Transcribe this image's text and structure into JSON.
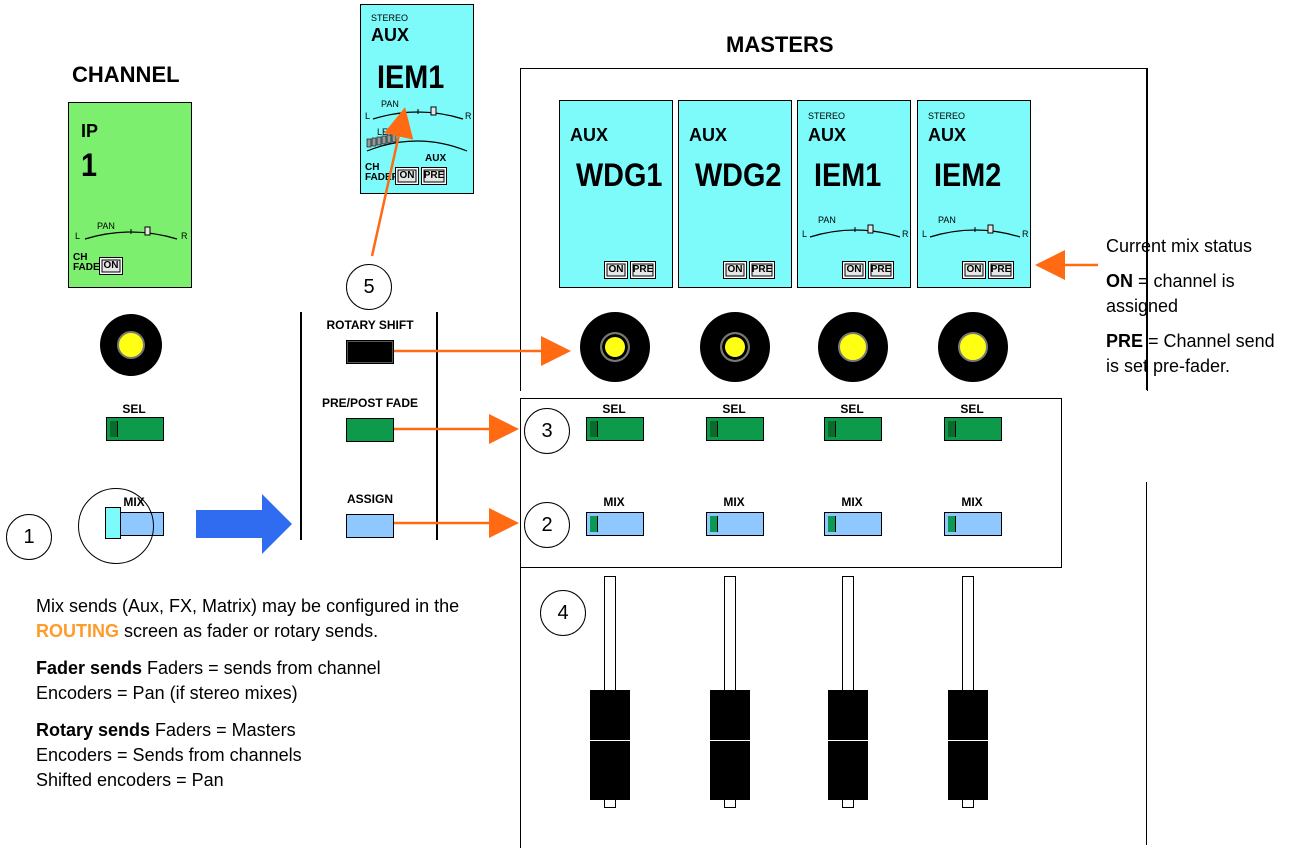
{
  "headings": {
    "channel": "CHANNEL",
    "masters": "MASTERS"
  },
  "channel_display": {
    "type": "IP",
    "number": "1",
    "pan": "PAN",
    "l": "L",
    "r": "R",
    "ch_fader": "CH\nFADER",
    "on": "ON"
  },
  "popup_display": {
    "stereo": "STEREO",
    "type": "AUX",
    "name": "IEM1",
    "pan": "PAN",
    "lev": "LEV",
    "l": "L",
    "r": "R",
    "aux": "AUX",
    "ch_fader": "CH\nFADER",
    "on": "ON",
    "pre": "PRE"
  },
  "master_displays": [
    {
      "stereo": "",
      "type": "AUX",
      "name": "WDG1",
      "pan": "",
      "on": "ON",
      "pre": "PRE"
    },
    {
      "stereo": "",
      "type": "AUX",
      "name": "WDG2",
      "pan": "",
      "on": "ON",
      "pre": "PRE"
    },
    {
      "stereo": "STEREO",
      "type": "AUX",
      "name": "IEM1",
      "pan": "PAN",
      "l": "L",
      "r": "R",
      "on": "ON",
      "pre": "PRE"
    },
    {
      "stereo": "STEREO",
      "type": "AUX",
      "name": "IEM2",
      "pan": "PAN",
      "l": "L",
      "r": "R",
      "on": "ON",
      "pre": "PRE"
    }
  ],
  "controls": {
    "sel": "SEL",
    "mix": "MIX",
    "rotary_shift": "ROTARY SHIFT",
    "pre_post_fade": "PRE/POST FADE",
    "assign": "ASSIGN"
  },
  "callouts": {
    "c1": "1",
    "c2": "2",
    "c3": "3",
    "c4": "4",
    "c5": "5"
  },
  "status_notes": {
    "title": "Current mix status",
    "on_key": "ON",
    "on_text": " = channel is assigned",
    "pre_key": "PRE",
    "pre_text": " = Channel send  is set pre-fader."
  },
  "bottom_notes": {
    "intro_a": "Mix sends (Aux, FX, Matrix) may be configured in the ",
    "intro_routing": "ROUTING",
    "intro_b": " screen as fader or rotary sends.",
    "fader_key": "Fader sends",
    "fader_line1": "  Faders = sends from channel",
    "fader_line2": "Encoders = Pan (if stereo mixes)",
    "rotary_key": "Rotary sends",
    "rotary_line1": "  Faders = Masters",
    "rotary_line2": "Encoders = Sends from channels",
    "rotary_line3": "Shifted encoders = Pan"
  },
  "colors": {
    "channel_display": "#7cf06e",
    "aux_display": "#7dfbfb",
    "arrow_orange": "#ff6a13",
    "arrow_blue": "#2f6cf0",
    "sel_green": "#0e9a4b",
    "mix_blue": "#8fc7ff",
    "knob_yellow": "#ffff14"
  }
}
